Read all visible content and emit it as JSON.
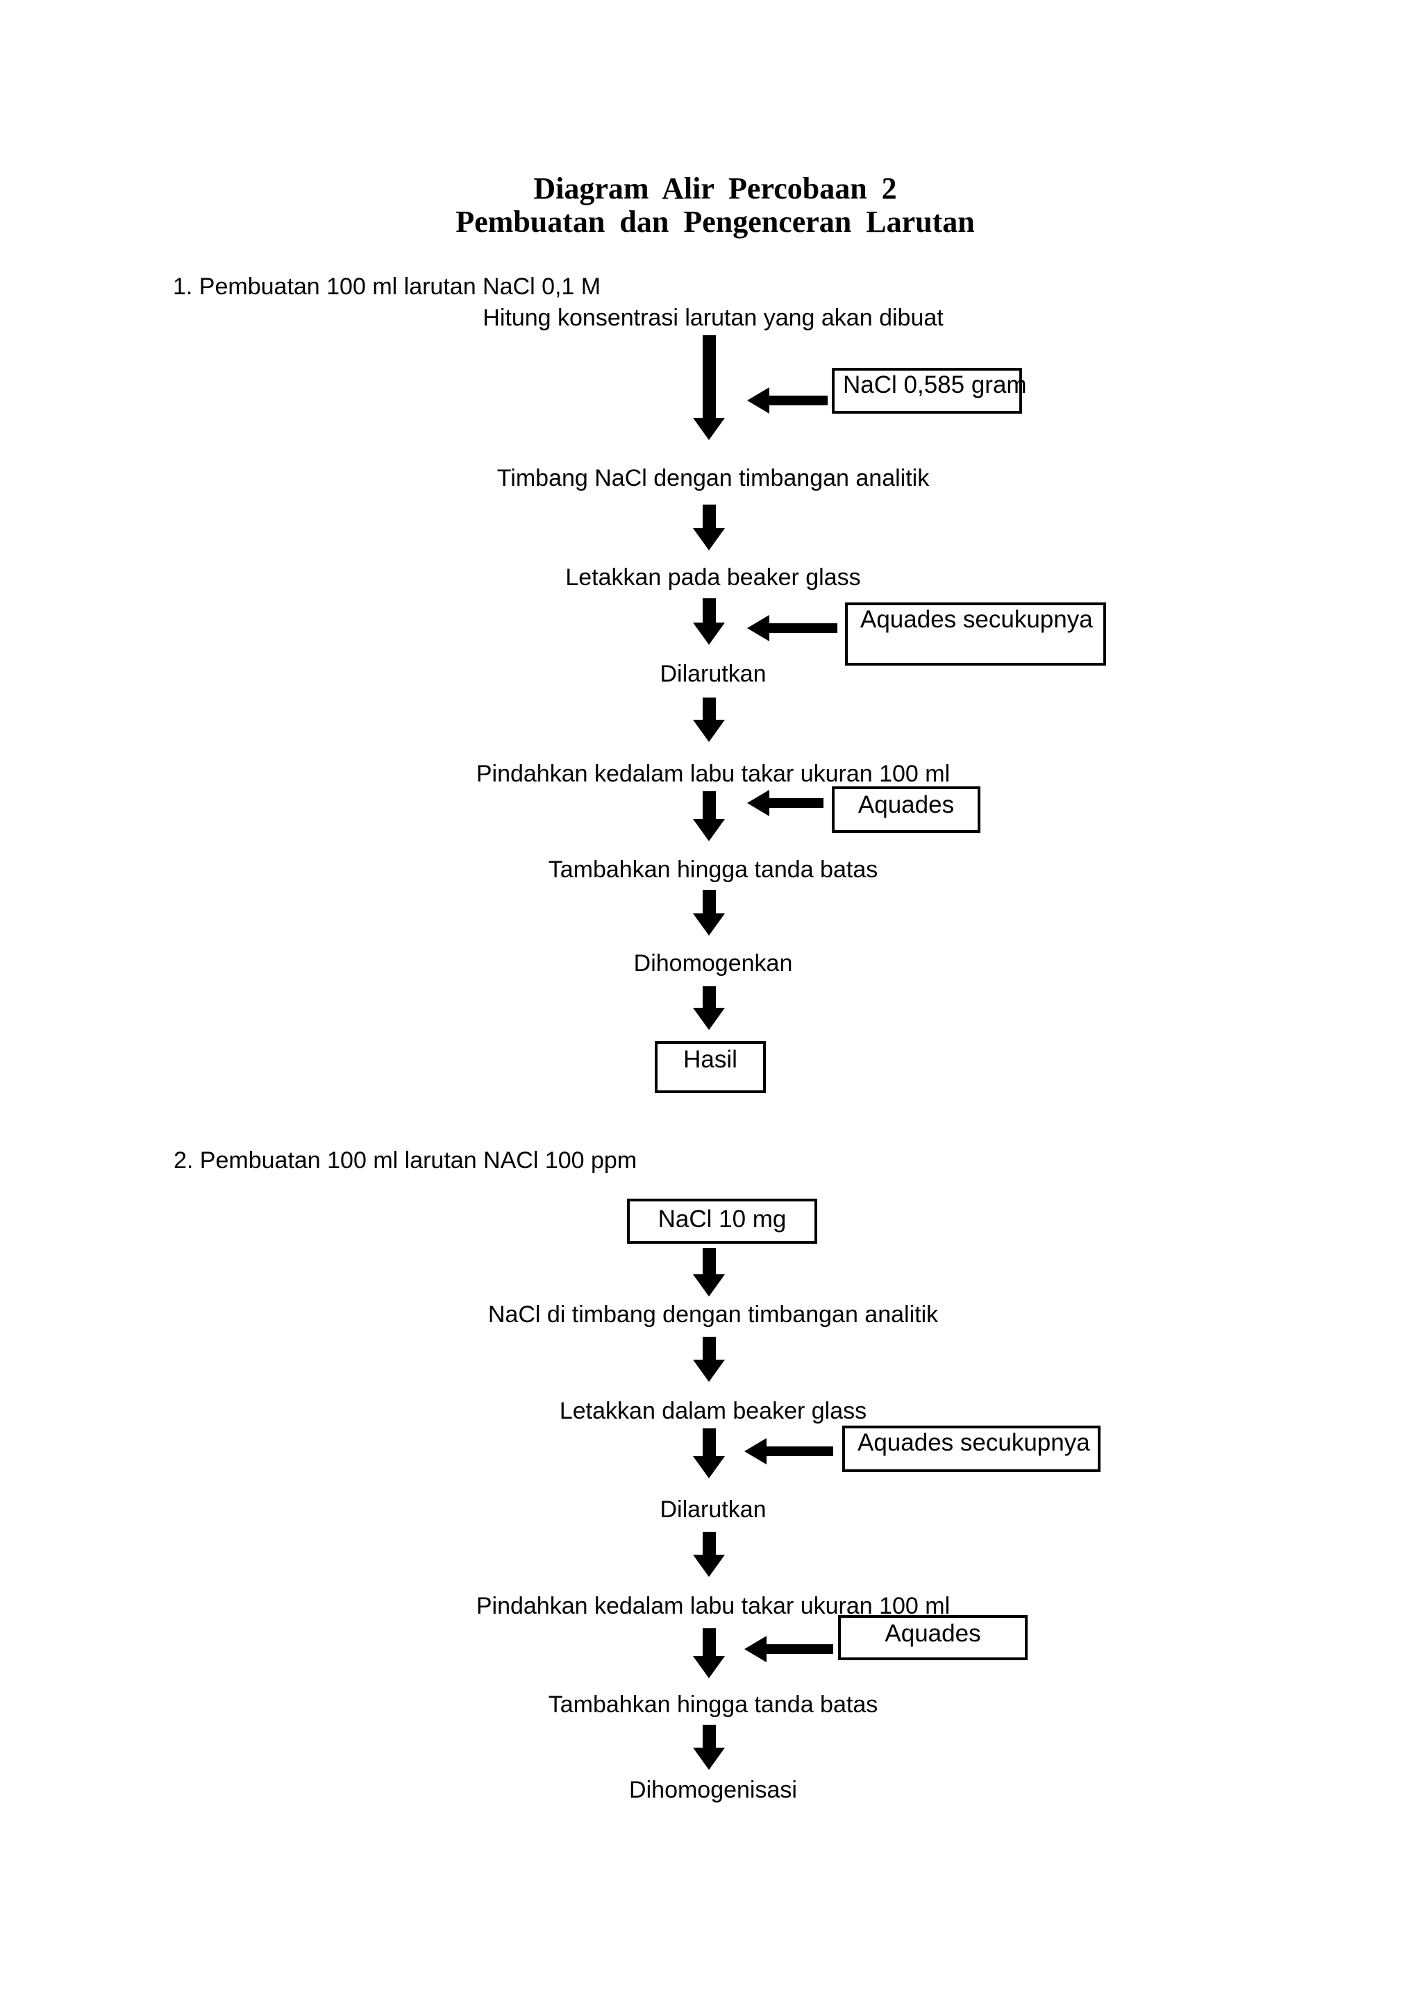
{
  "title": {
    "line1": "Diagram Alir Percobaan 2",
    "line2": "Pembuatan dan Pengenceran Larutan"
  },
  "colors": {
    "ink": "#000000",
    "background": "#ffffff"
  },
  "section1": {
    "heading": "1. Pembuatan 100 ml larutan NaCl 0,1 M",
    "steps": [
      "Hitung konsentrasi larutan yang akan dibuat",
      "Timbang NaCl dengan timbangan analitik",
      "Letakkan pada beaker glass",
      "Dilarutkan",
      "Pindahkan kedalam labu takar ukuran 100 ml",
      "Tambahkan hingga tanda batas",
      "Dihomogenkan"
    ],
    "inputs": [
      {
        "label": "NaCl 0,585 gram"
      },
      {
        "label": "Aquades secukupnya"
      },
      {
        "label": "Aquades"
      }
    ],
    "result": "Hasil"
  },
  "section2": {
    "heading": "2. Pembuatan 100 ml larutan NACl 100 ppm",
    "start": "NaCl 10 mg",
    "steps": [
      "NaCl di timbang dengan timbangan analitik",
      "Letakkan dalam beaker glass",
      "Dilarutkan",
      "Pindahkan kedalam labu takar ukuran 100 ml",
      "Tambahkan hingga tanda batas",
      "Dihomogenisasi"
    ],
    "inputs": [
      {
        "label": "Aquades secukupnya"
      },
      {
        "label": "Aquades"
      }
    ]
  }
}
